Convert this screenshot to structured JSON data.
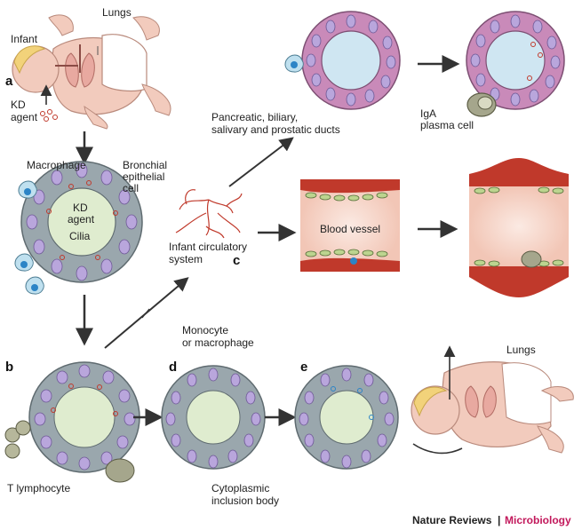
{
  "panels": {
    "a": "a",
    "b": "b",
    "c": "c",
    "d": "d",
    "e": "e"
  },
  "labels": {
    "infant": "Infant",
    "lungs_top": "Lungs",
    "kd_agent_line1": "KD",
    "kd_agent_line2": "agent",
    "macrophage": "Macrophage",
    "bronchial_line1": "Bronchial",
    "bronchial_line2": "epithelial",
    "bronchial_line3": "cell",
    "kd_inner_line1": "KD",
    "kd_inner_line2": "agent",
    "cilia": "Cilia",
    "ducts_line1": "Pancreatic, biliary,",
    "ducts_line2": "salivary and prostatic ducts",
    "iga_line1": "IgA",
    "iga_line2": "plasma cell",
    "circ_line1": "Infant circulatory",
    "circ_line2": "system",
    "blood_vessel": "Blood vessel",
    "monocyte_line1": "Monocyte",
    "monocyte_line2": "or macrophage",
    "t_lymphocyte": "T lymphocyte",
    "inclusion_line1": "Cytoplasmic",
    "inclusion_line2": "inclusion body",
    "lungs_bottom": "Lungs"
  },
  "credit": {
    "journal": "Nature Reviews",
    "separator": "|",
    "section": "Microbiology"
  },
  "colors": {
    "airway_cell": "#9aa7ad",
    "airway_lumen": "#dfeccf",
    "duct_cell": "#c98ab9",
    "duct_lumen": "#cfe6f2",
    "nucleus": "#b9a6dc",
    "vessel_wall": "#c0392b",
    "vessel_lumen": "#f6d3c6",
    "skin": "#f2cbbd",
    "hair": "#f2d27a"
  }
}
